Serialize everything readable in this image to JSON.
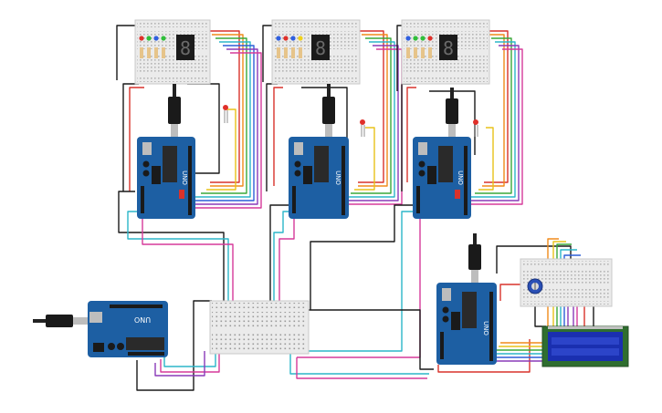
{
  "schematic": {
    "board_logo": "UNO",
    "seven_segment_digit": "8",
    "controllers": [
      {
        "label": "UNO"
      },
      {
        "label": "UNO"
      },
      {
        "label": "UNO"
      },
      {
        "label": "UNO"
      },
      {
        "label": "UNO"
      }
    ],
    "colors": {
      "arduino_blue": "#1d5fa3",
      "arduino_dark": "#0f3e70",
      "breadboard": "#ebebeb",
      "breadboard_rail": "#d9d9d9",
      "lcd_green": "#2f6e2f",
      "lcd_screen": "#1a2fb0",
      "wire_black": "#1a1a1a",
      "wire_red": "#d9322b",
      "wire_orange": "#f08a1a",
      "wire_yellow": "#e8c21a",
      "wire_green": "#3aa83a",
      "wire_cyan": "#2bb6c9",
      "wire_blue": "#2d5fd8",
      "wire_purple": "#8a3ab9",
      "wire_pink": "#d63a9a",
      "led_red": "#e0302a",
      "led_green": "#2fbf3a",
      "led_blue": "#2f5fe0",
      "led_yellow": "#f0d21a"
    }
  }
}
